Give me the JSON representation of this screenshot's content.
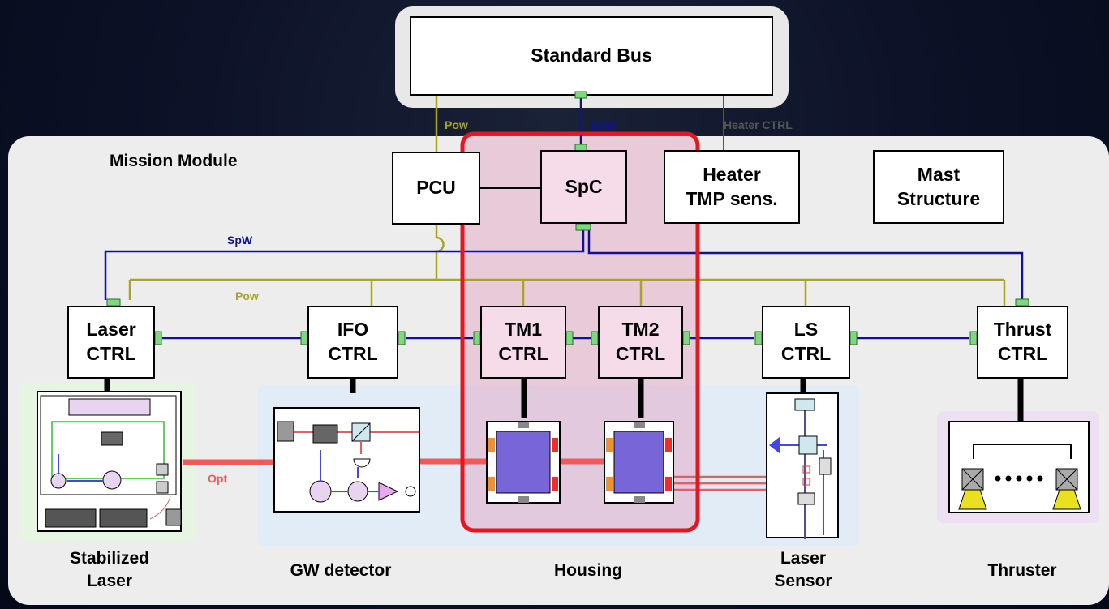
{
  "standard_bus": "Standard Bus",
  "mission_module": "Mission Module",
  "blocks": {
    "pcu": "PCU",
    "spc": "SpC",
    "heater": "Heater\nTMP sens.",
    "mast": "Mast\nStructure",
    "laser_ctrl": "Laser\nCTRL",
    "ifo_ctrl": "IFO\nCTRL",
    "tm1_ctrl": "TM1\nCTRL",
    "tm2_ctrl": "TM2\nCTRL",
    "ls_ctrl": "LS\nCTRL",
    "thrust_ctrl": "Thrust\nCTRL"
  },
  "link_labels": {
    "pow_top": "Pow",
    "spw_top": "SpW",
    "heater_ctrl": "Heater CTRL",
    "spw_mid": "SpW",
    "pow_mid": "Pow",
    "opt": "Opt"
  },
  "captions": {
    "stabilized_laser": "Stabilized\nLaser",
    "gw_detector": "GW detector",
    "housing": "Housing",
    "laser_sensor": "Laser\nSensor",
    "thruster": "Thruster"
  },
  "colors": {
    "pow_line": "#a8a428",
    "spw_line": "#10109a",
    "opt_beam": "#f25a5a",
    "highlight": "#e8141e",
    "connector": "#7ed87e"
  }
}
